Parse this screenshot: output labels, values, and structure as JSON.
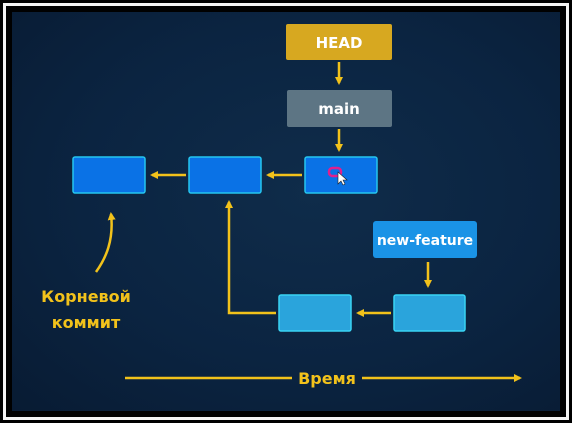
{
  "colors": {
    "background": "#0b2441",
    "arrow": "#f2c21b",
    "commit_main_fill": "#0a72e6",
    "commit_main_border": "#25c6ef",
    "commit_branch_fill": "#2aa4dc",
    "commit_branch_border": "#39d4f4",
    "head_fill": "#d7a820",
    "main_label_fill": "#5d7584",
    "feature_label_fill": "#1a93e6",
    "cursor_color": "#e0208e"
  },
  "labels": {
    "head": "HEAD",
    "main": "main",
    "feature": "new-feature",
    "root_line1": "Корневой",
    "root_line2": "коммит",
    "time": "Время"
  },
  "icons": {
    "cursor": "mouse-pointer-icon"
  }
}
